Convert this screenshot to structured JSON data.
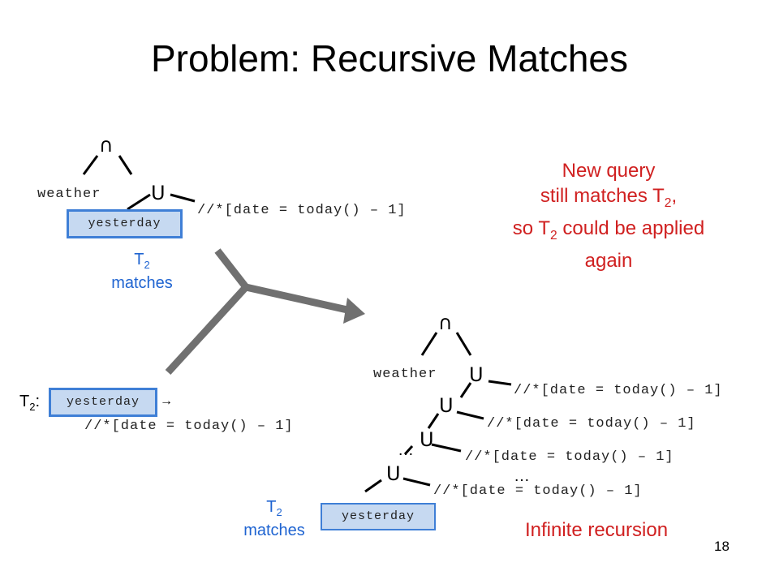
{
  "title": "Problem: Recursive Matches",
  "intersect_symbol": "∩",
  "union_symbol": "U",
  "weather_label": "weather",
  "yesterday_label": "yesterday",
  "query_text": "//*[date = today() – 1]",
  "t2_matches": {
    "t": "T",
    "sub": "2",
    "word": "matches"
  },
  "rule": {
    "t": "T",
    "sub": "2",
    "colon": ":",
    "arrow": "→"
  },
  "note": {
    "line1": "New query",
    "line2_pre": "still matches T",
    "line2_sub": "2",
    "line2_post": ",",
    "line3_pre": "so T",
    "line3_sub": "2",
    "line3_post": " could be applied",
    "line4": "again"
  },
  "ellipsis": "…",
  "infinite_recursion": "Infinite recursion",
  "page_number": "18",
  "colors": {
    "blue": "#1f64d1",
    "red": "#d02020",
    "box_fill": "#c6d9f1",
    "box_border": "#3f7fd6",
    "arrow": "#707070"
  }
}
